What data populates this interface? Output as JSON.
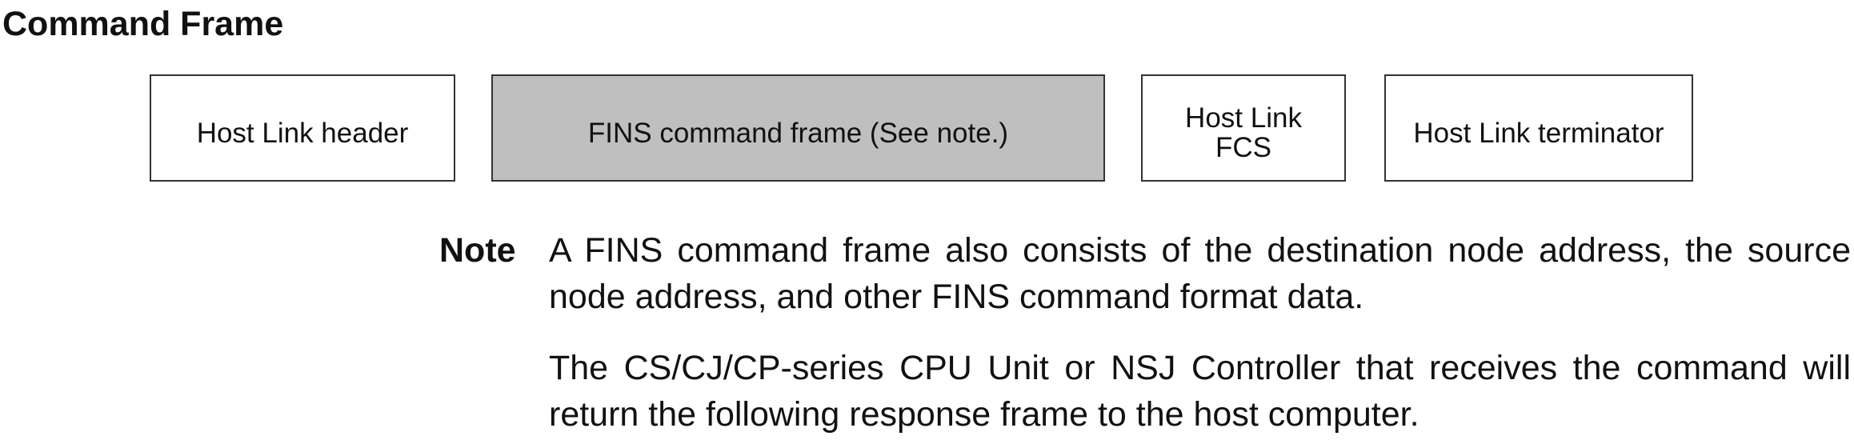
{
  "section": {
    "title": "Command Frame"
  },
  "frame": {
    "boxes": [
      {
        "label": "Host Link header",
        "shaded": false
      },
      {
        "label": "FINS command frame (See note.)",
        "shaded": true
      },
      {
        "label_line1": "Host Link",
        "label_line2": "FCS",
        "shaded": false
      },
      {
        "label": "Host Link terminator",
        "shaded": false
      }
    ],
    "shade_color": "#bfbfbf"
  },
  "note": {
    "label": "Note",
    "paragraphs": [
      "A FINS command frame also consists of the destination node address, the source node address, and other FINS command format data.",
      "The CS/CJ/CP-series CPU Unit or NSJ Controller that receives the command will return the following response frame to the host computer."
    ]
  }
}
